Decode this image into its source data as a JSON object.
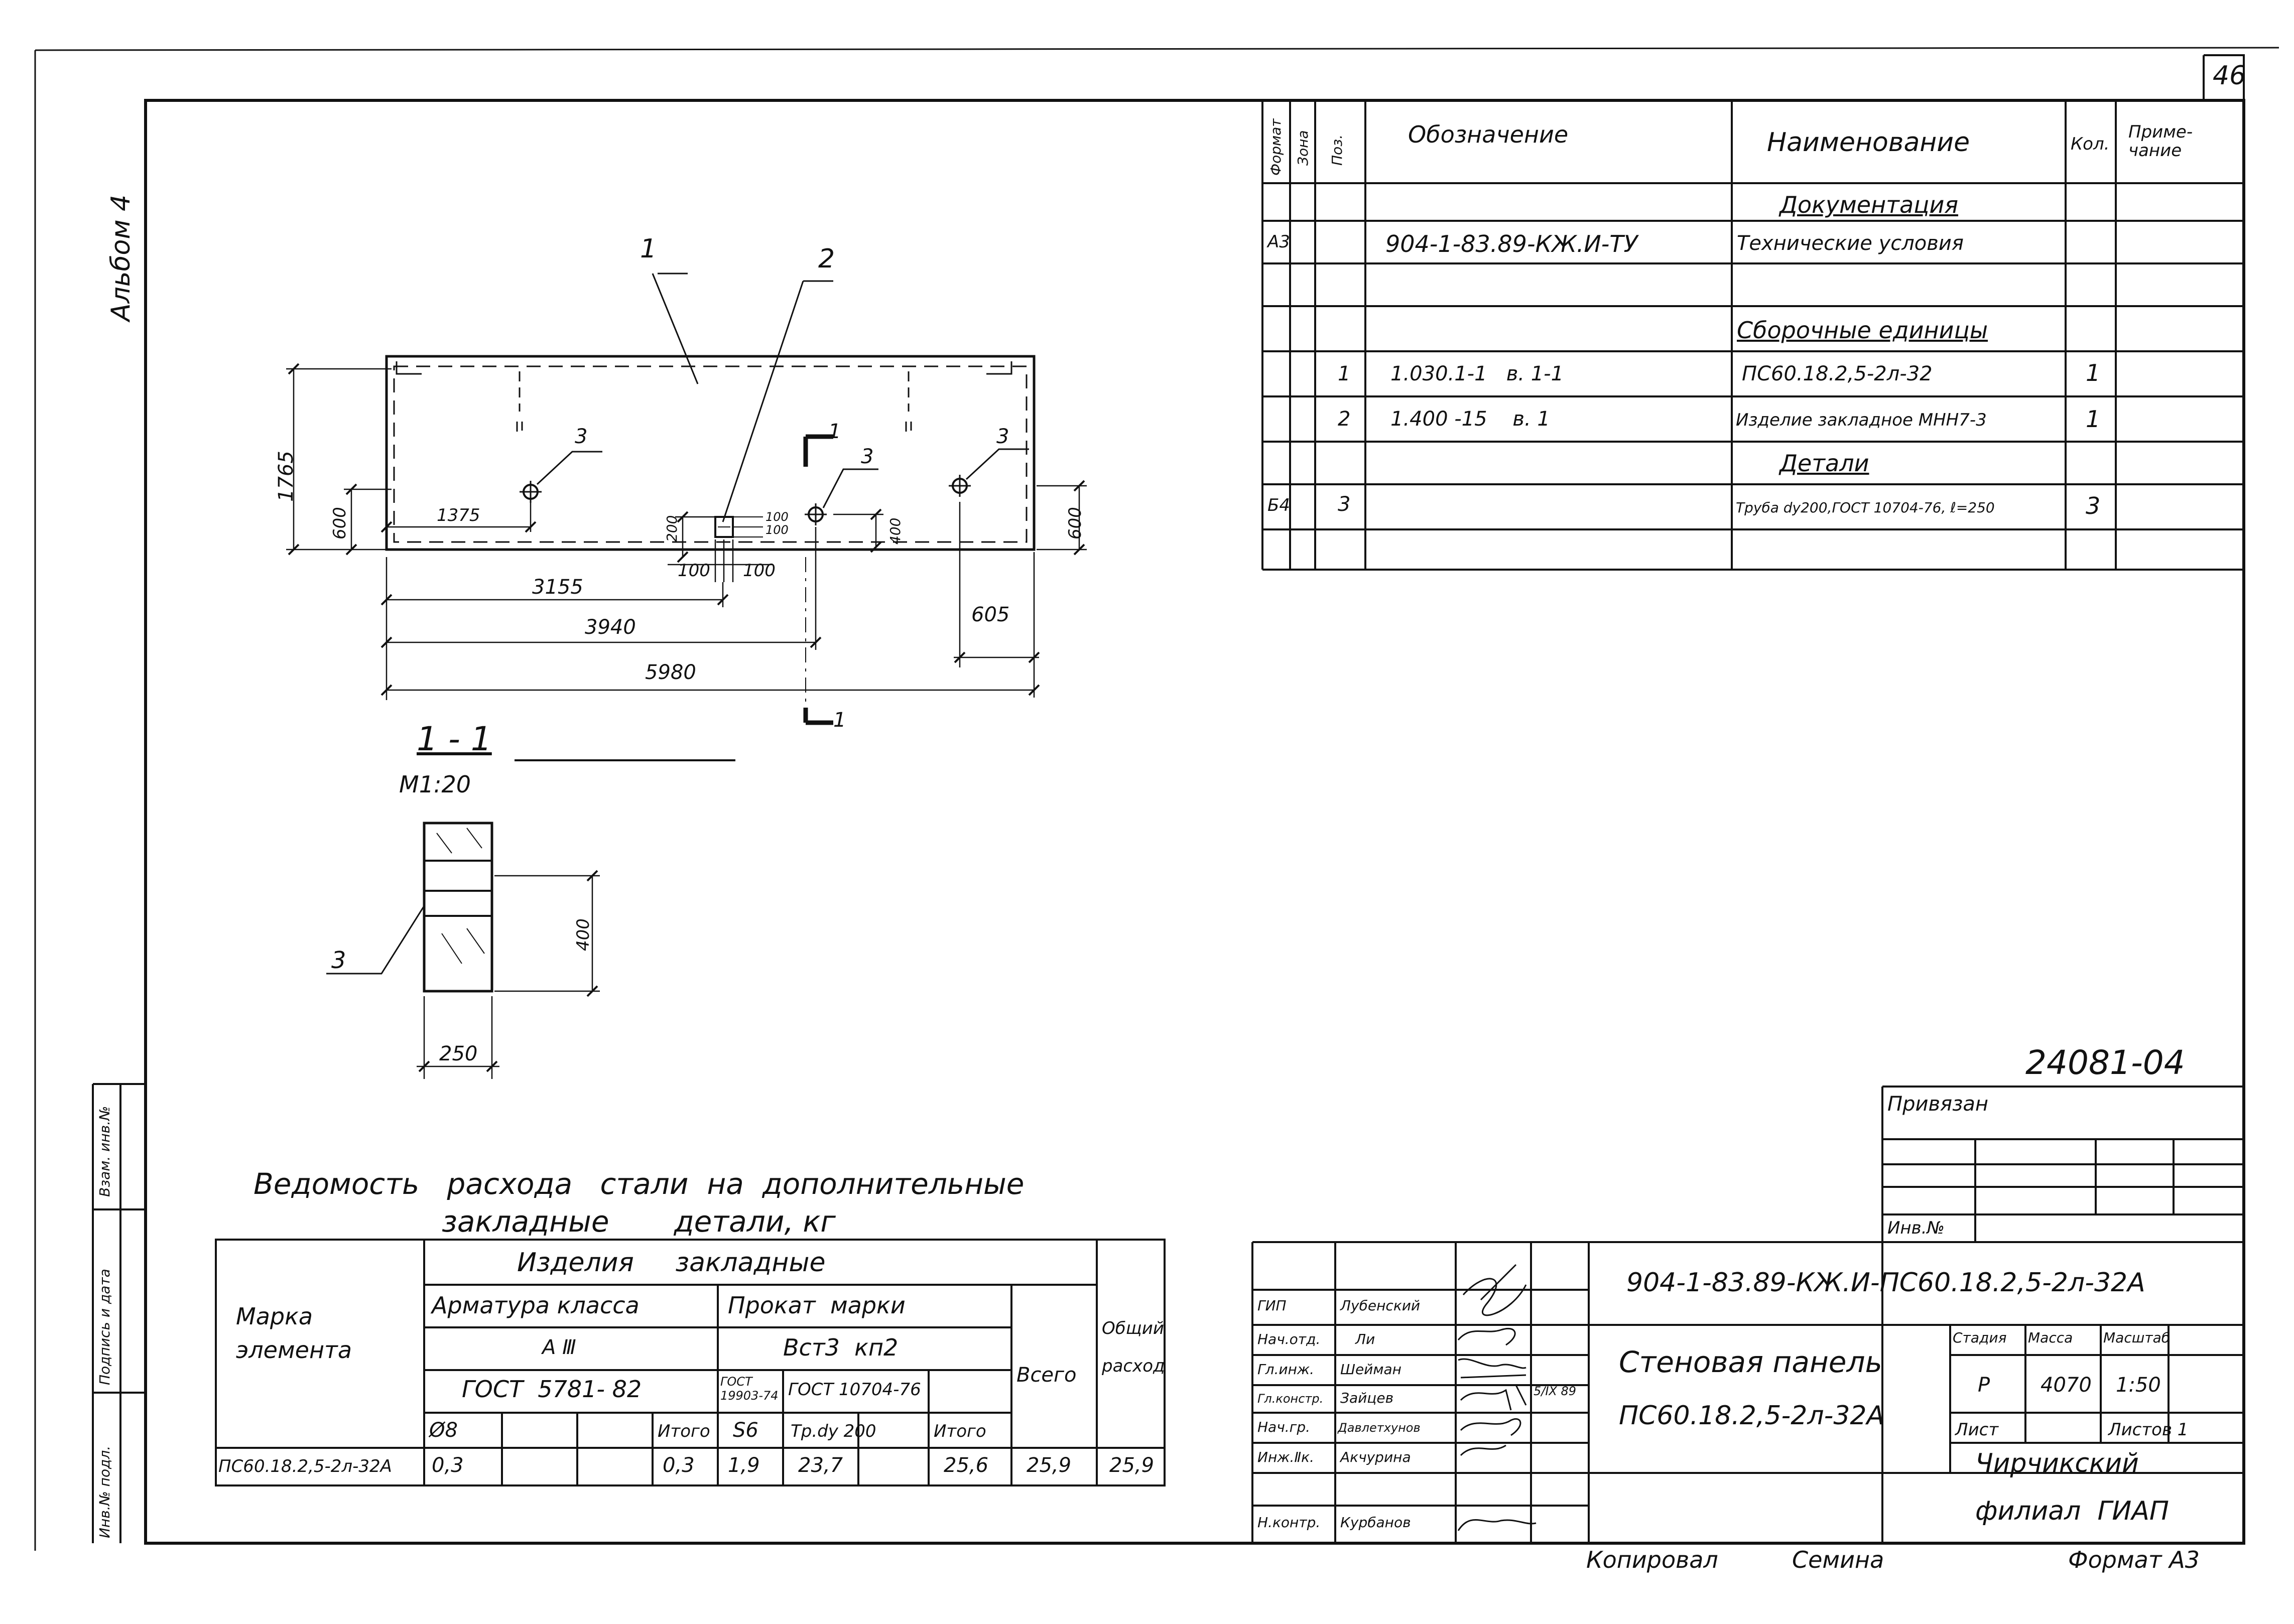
{
  "sheet": {
    "number": "46",
    "album": "Альбом 4",
    "archive_no": "24081-04"
  },
  "plan": {
    "callouts": [
      "1",
      "2",
      "3",
      "3",
      "3"
    ],
    "section_mark": "1",
    "dims": {
      "d1765": "1765",
      "d600l": "600",
      "d600r": "600",
      "d1375": "1375",
      "d200": "200",
      "d100a": "100",
      "d100b": "100",
      "d100c": "100",
      "d100d": "100",
      "d400": "400",
      "d3155": "3155",
      "d3940": "3940",
      "d605": "605",
      "d5980": "5980"
    }
  },
  "section": {
    "title": "1 - 1",
    "scale": "М1:20",
    "callout": "3",
    "d400": "400",
    "d250": "250"
  },
  "spec": {
    "headers": {
      "format": "Формат",
      "zone": "Зона",
      "pos": "Поз.",
      "designation": "Обозначение",
      "name": "Наименование",
      "qty": "Кол.",
      "note": "Приме-\nчание"
    },
    "rows": [
      {
        "format": "",
        "pos": "",
        "designation": "",
        "name": "Документация",
        "qty": "",
        "heading": true
      },
      {
        "format": "А3",
        "pos": "",
        "designation": "904-1-83.89-КЖ.И-ТУ",
        "name": "Технические условия",
        "qty": ""
      },
      {
        "format": "",
        "pos": "",
        "designation": "",
        "name": "",
        "qty": ""
      },
      {
        "format": "",
        "pos": "",
        "designation": "",
        "name": "Сборочные единицы",
        "qty": "",
        "heading": true
      },
      {
        "format": "",
        "pos": "1",
        "designation": "1.030.1-1   в. 1-1",
        "name": "ПС60.18.2,5-2л-32",
        "qty": "1"
      },
      {
        "format": "",
        "pos": "2",
        "designation": "1.400 -15    в. 1",
        "name": "Изделие закладное МНН7-3",
        "qty": "1"
      },
      {
        "format": "",
        "pos": "",
        "designation": "",
        "name": "Детали",
        "qty": "",
        "heading": true
      },
      {
        "format": "Б4",
        "pos": "3",
        "designation": "",
        "name": "Труба dу200,ГОСТ 10704-76, ℓ=250",
        "qty": "3"
      },
      {
        "format": "",
        "pos": "",
        "designation": "",
        "name": "",
        "qty": ""
      }
    ]
  },
  "steel": {
    "title_line1": "Ведомость   расхода   стали  на  дополнительные",
    "title_line2": "закладные       детали, кг",
    "h_mark": "Марка\nэлемента",
    "h_products": "Изделия     закладные",
    "h_rebar": "Арматура класса",
    "h_rolled": "Прокат  марки",
    "h_rebar_class": "А Ⅲ",
    "h_rolled_grade": "Вст3  кп2",
    "h_gost_rebar": "ГОСТ  5781- 82",
    "h_gost_sheet": "ГОСТ 19903-74",
    "h_gost_pipe": "ГОСТ 10704-76",
    "h_total": "Всего",
    "h_general": "Общий\nрасход",
    "h_d8": "Ø8",
    "h_itogo1": "Итого",
    "h_s6": "S6",
    "h_pipe": "Тр.dу 200",
    "h_itogo2": "Итого",
    "row": {
      "mark": "ПС60.18.2,5-2л-32А",
      "d8": "0,3",
      "itogo1": "0,3",
      "s6": "1,9",
      "pipe": "23,7",
      "itogo2": "25,6",
      "total": "25,9",
      "general": "25,9"
    }
  },
  "left_margin": {
    "inv_podl": "Инв.№ подл.",
    "podp_data": "Подпись и дата",
    "vzam": "Взам. инв.№"
  },
  "title_block": {
    "privyazan": "Привязан",
    "inv_no": "Инв.№",
    "code": "904-1-83.89-КЖ.И-ПС60.18.2,5-2л-32А",
    "name_line1": "Стеновая панель",
    "name_line2": "ПС60.18.2,5-2л-32А",
    "h_stage": "Стадия",
    "h_mass": "Масса",
    "h_scale": "Масштаб",
    "stage": "Р",
    "mass": "4070",
    "scale": "1:50",
    "sheet": "Лист",
    "sheets": "Листов 1",
    "org_line1": "Чирчикский",
    "org_line2": "филиал  ГИАП",
    "staff": [
      {
        "role": "ГИП",
        "name": "Лубенский"
      },
      {
        "role": "Нач.отд.",
        "name": "Ли"
      },
      {
        "role": "Гл.инж.",
        "name": "Шейман"
      },
      {
        "role": "Гл.констр.",
        "name": "Зайцев"
      },
      {
        "role": "Нач.гр.",
        "name": "Давлетхунов"
      },
      {
        "role": "Инж.Ⅱк.",
        "name": "Акчурина"
      },
      {
        "role": "",
        "name": ""
      },
      {
        "role": "Н.контр.",
        "name": "Курбанов"
      }
    ],
    "dates": "5/IX 89",
    "copied": "Копировал",
    "copier": "Семина",
    "format": "Формат А3"
  }
}
